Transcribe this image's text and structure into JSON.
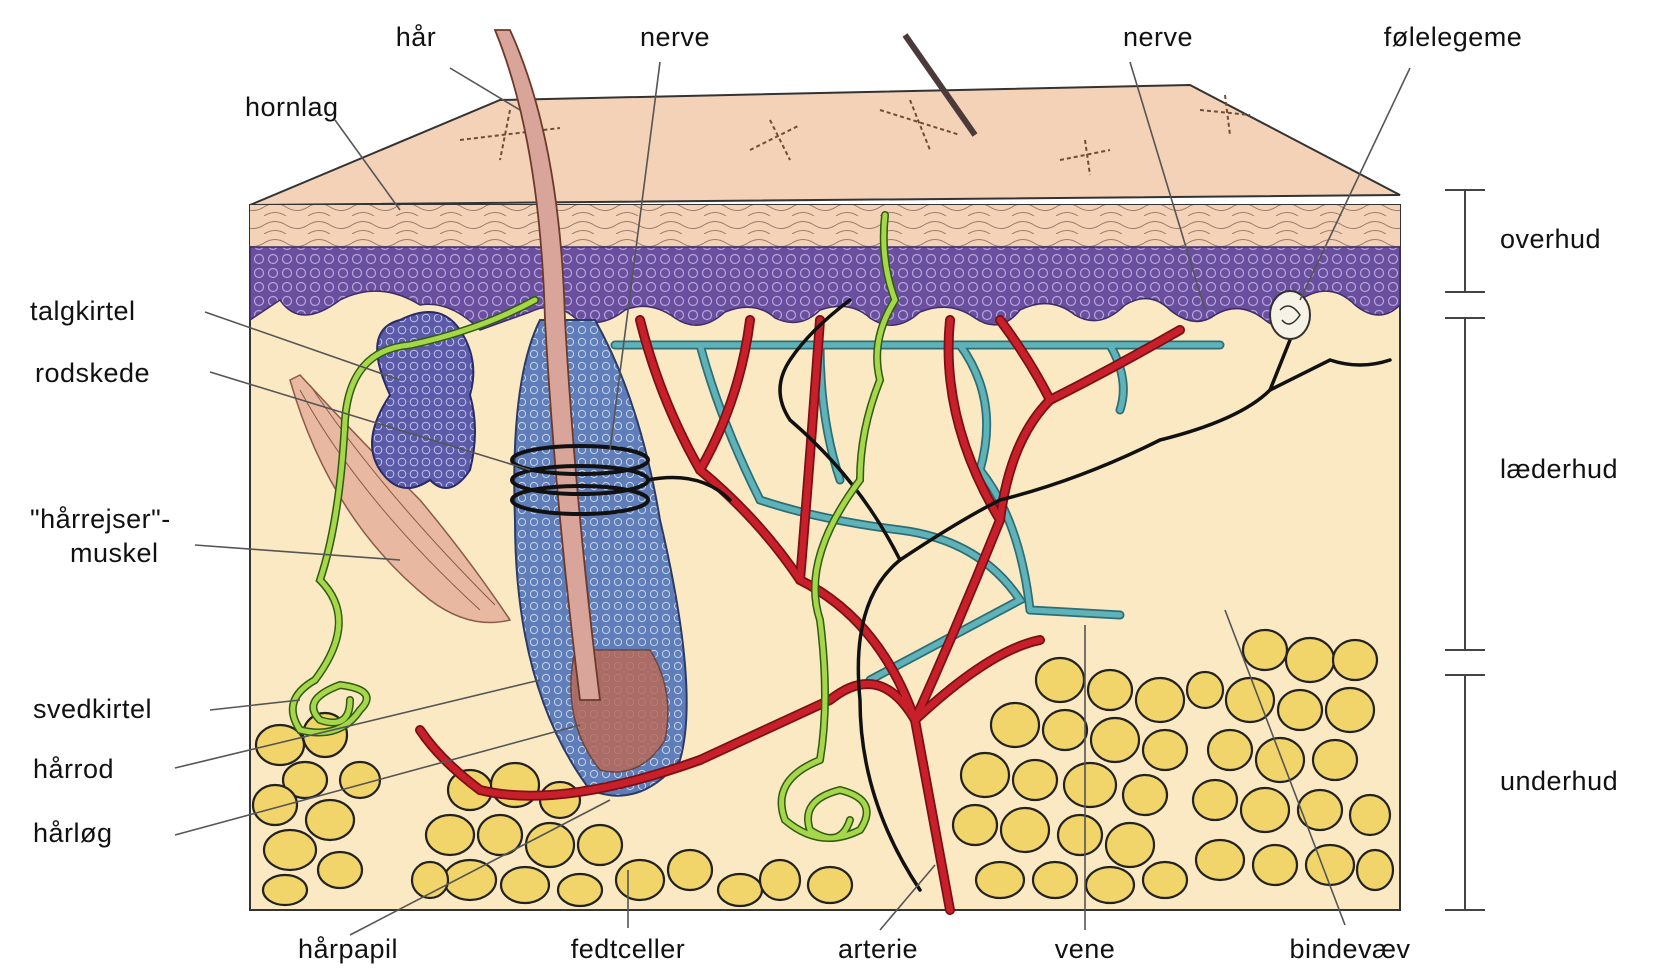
{
  "labels": {
    "har_top": "hår",
    "nerve_top_left": "nerve",
    "nerve_top_right": "nerve",
    "folelegeme": "følelegeme",
    "hornlag": "hornlag",
    "talgkirtel": "talgkirtel",
    "rodskede": "rodskede",
    "harrejser_line1": "\"hårrejser\"-",
    "harrejser_line2": "muskel",
    "svedkirtel": "svedkirtel",
    "harrod": "hårrod",
    "harlog": "hårløg",
    "harpapil": "hårpapil",
    "fedtceller": "fedtceller",
    "arterie": "arterie",
    "vene": "vene",
    "bindevaev": "bindevæv",
    "overhud": "overhud",
    "laederhud": "læderhud",
    "underhud": "underhud"
  },
  "colors": {
    "epidermis_surface": "#f3d2b8",
    "epidermis_basal": "#6a4f9e",
    "dermis": "#fbe9c4",
    "fat_cell": "#f2d56a",
    "artery": "#c8202a",
    "vein": "#5fb3b8",
    "nerve": "#111111",
    "sweat_gland": "#a6d64a",
    "hair": "#d9a59a",
    "root_sheath": "#5f7db8",
    "sebaceous_gland": "#5a5aa8"
  },
  "icons": {
    "hair_shaft": "hair-icon",
    "sense_body": "sensory-receptor-icon"
  }
}
